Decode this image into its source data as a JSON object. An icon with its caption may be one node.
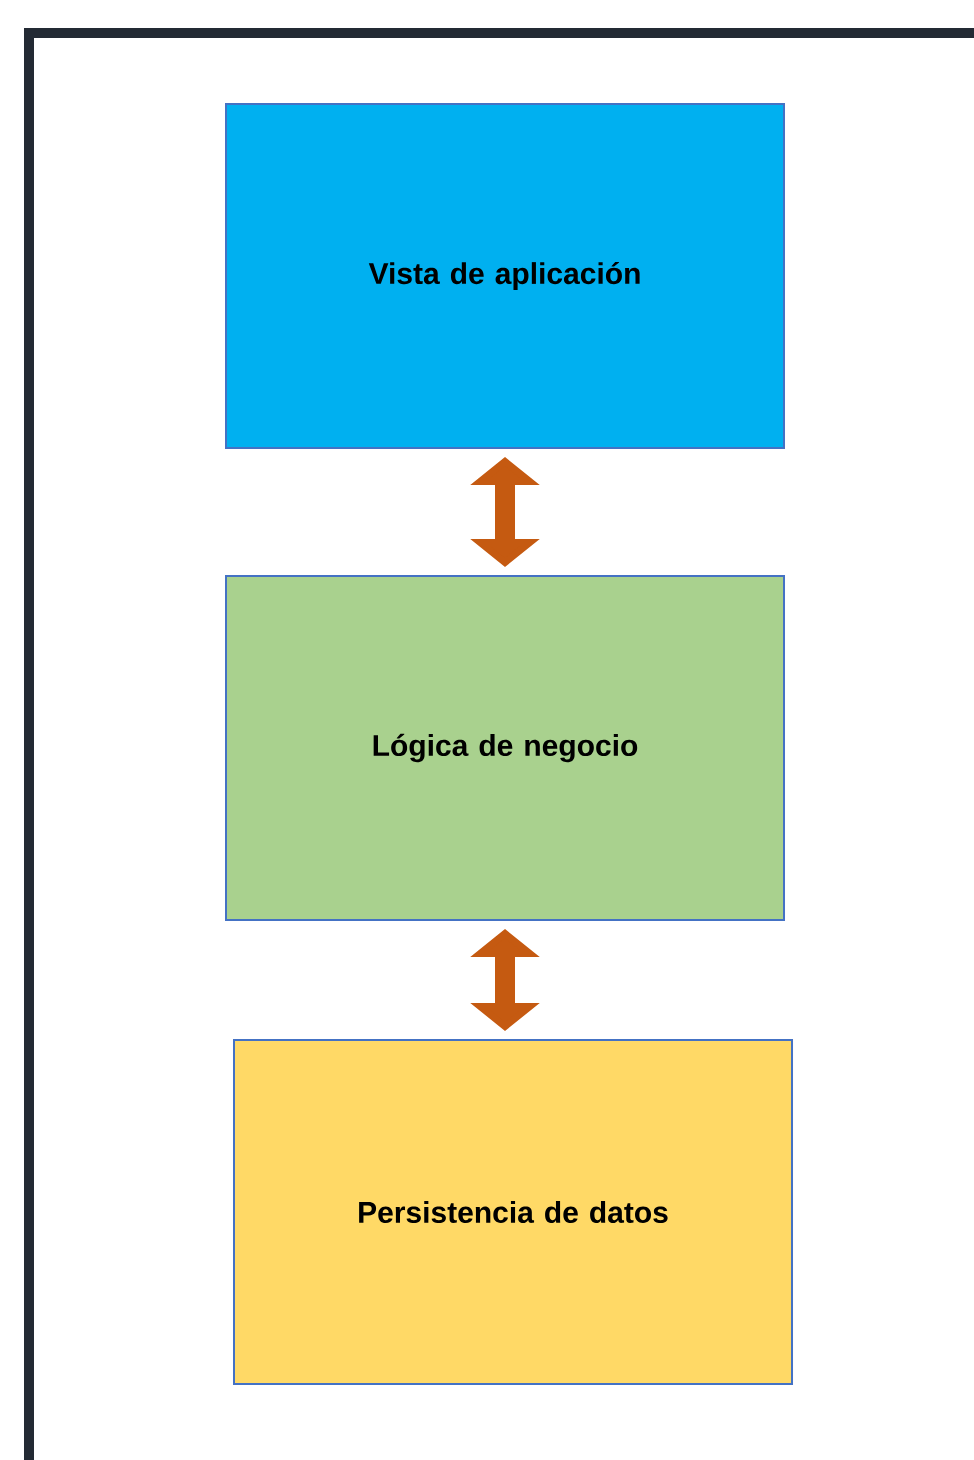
{
  "diagram": {
    "nodes": [
      {
        "text": [
          "Vista de aplicación"
        ]
      },
      {
        "text": [
          "Lógica de negocio"
        ]
      },
      {
        "text": [
          "Persistencia de datos"
        ]
      }
    ],
    "edges": [
      {
        "from": 0,
        "to": 1,
        "arrow": "both",
        "color": "#c55a11"
      },
      {
        "from": 1,
        "to": 2,
        "arrow": "both",
        "color": "#c55a11"
      }
    ]
  }
}
